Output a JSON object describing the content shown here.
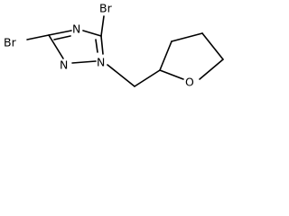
{
  "molecule": {
    "atoms": {
      "br_top": "Br",
      "br_left": "Br",
      "n_ring_top": "N",
      "n_ring_left": "N",
      "n_ring_bottom": "N",
      "o_ring": "O"
    }
  }
}
